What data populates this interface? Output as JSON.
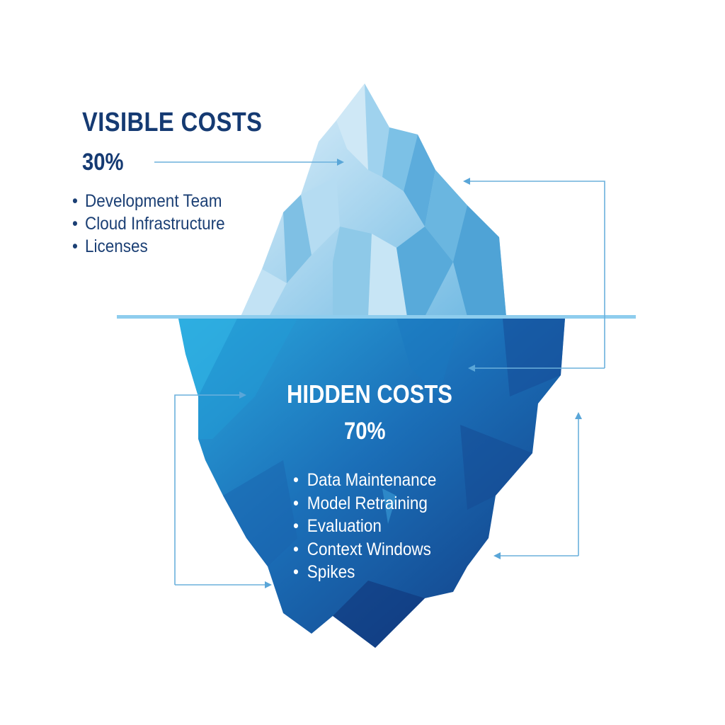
{
  "visible": {
    "title": "VISIBLE COSTS",
    "percent": "30%",
    "items": [
      "Development Team",
      "Cloud Infrastructure",
      "Licenses"
    ]
  },
  "hidden": {
    "title": "HIDDEN COSTS",
    "percent": "70%",
    "items": [
      "Data Maintenance",
      "Model Retraining",
      "Evaluation",
      "Context Windows",
      "Spikes"
    ]
  },
  "colors": {
    "title_dark": "#153a72",
    "tip_light": "#d6ecf8",
    "tip_mid": "#8ec9e8",
    "tip_dark": "#56a9d8",
    "underwater_top": "#2aa6dc",
    "underwater_bottom": "#123c82",
    "water_line": "#8ecdee",
    "arrow": "#6bb0dc"
  },
  "icons": {
    "arrows": [
      "arrow-right-icon",
      "arrow-left-icon",
      "arrow-up-icon"
    ]
  }
}
